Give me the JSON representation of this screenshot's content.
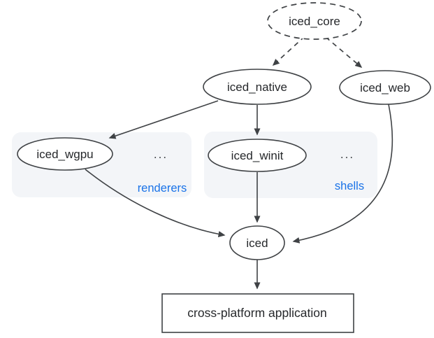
{
  "colors": {
    "background": "#ffffff",
    "line": "#3f4245",
    "node_fill": "#ffffff",
    "node_text": "#26282b",
    "group_background": "#f3f5f8",
    "group_label_blue": "#1a73e8"
  },
  "nodes": {
    "iced_core": "iced_core",
    "iced_native": "iced_native",
    "iced_web": "iced_web",
    "iced_wgpu": "iced_wgpu",
    "iced_winit": "iced_winit",
    "iced": "iced",
    "app": "cross-platform application"
  },
  "groups": {
    "renderers": {
      "label": "renderers",
      "ellipsis": "..."
    },
    "shells": {
      "label": "shells",
      "ellipsis": "..."
    }
  },
  "edges": [
    {
      "from": "iced_core",
      "to": "iced_native",
      "style": "dashed"
    },
    {
      "from": "iced_core",
      "to": "iced_web",
      "style": "dashed"
    },
    {
      "from": "iced_native",
      "to": "iced_wgpu",
      "style": "solid"
    },
    {
      "from": "iced_native",
      "to": "iced_winit",
      "style": "solid"
    },
    {
      "from": "iced_wgpu",
      "to": "iced",
      "style": "solid"
    },
    {
      "from": "iced_winit",
      "to": "iced",
      "style": "solid"
    },
    {
      "from": "iced_web",
      "to": "iced",
      "style": "solid"
    },
    {
      "from": "iced",
      "to": "app",
      "style": "solid"
    }
  ]
}
